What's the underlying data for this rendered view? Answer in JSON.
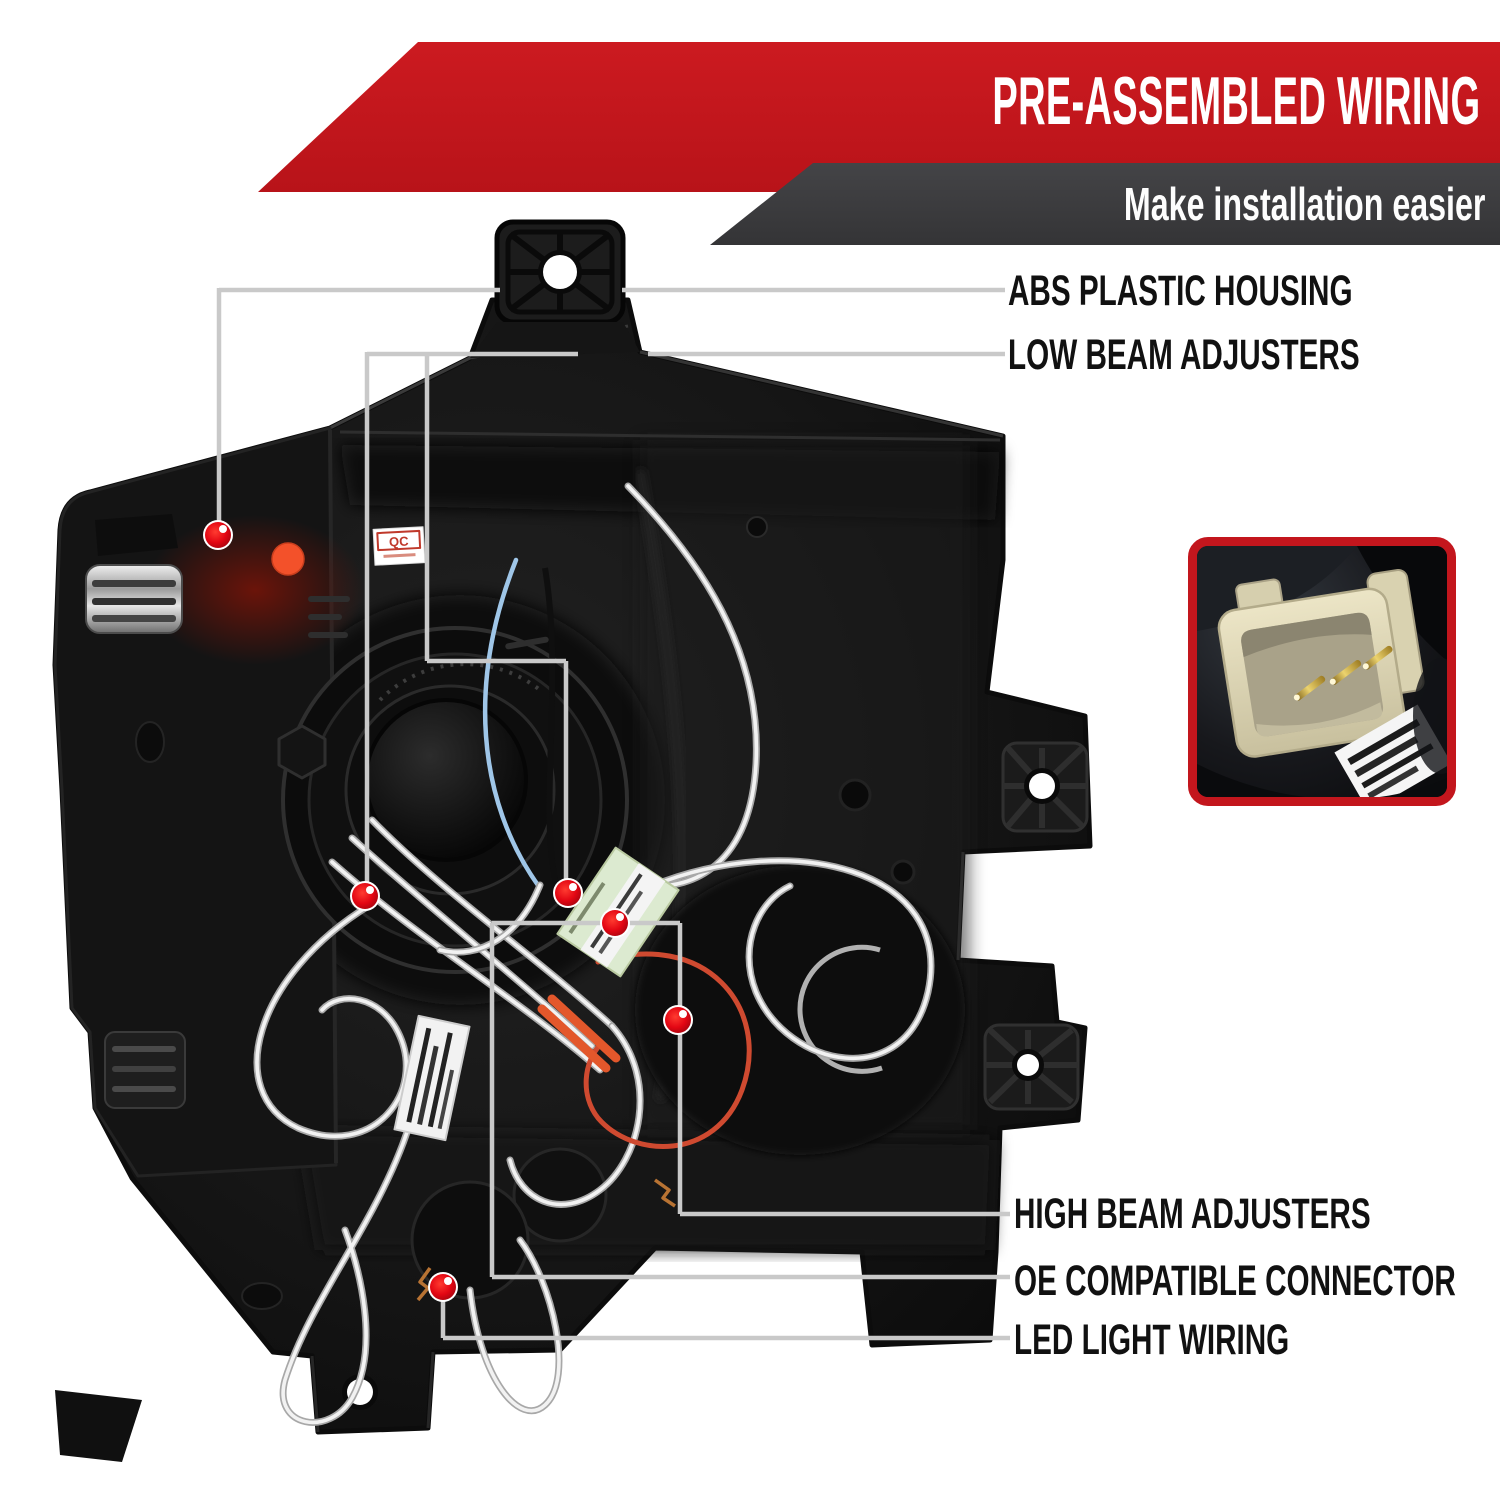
{
  "banner": {
    "title": "PRE-ASSEMBLED WIRING",
    "subtitle": "Make installation easier",
    "ribbon_red": "#c3161d",
    "ribbon_dark": "#3b3b3d"
  },
  "callouts": [
    {
      "id": "abs-plastic-housing",
      "label": "ABS PLASTIC HOUSING"
    },
    {
      "id": "low-beam-adjusters",
      "label": "LOW BEAM ADJUSTERS"
    },
    {
      "id": "high-beam-adjusters",
      "label": "HIGH BEAM ADJUSTERS"
    },
    {
      "id": "oe-compatible-connector",
      "label": "OE COMPATIBLE CONNECTOR"
    },
    {
      "id": "led-light-wiring",
      "label": "LED LIGHT WIRING"
    }
  ],
  "stickers": {
    "qc_label": "QC"
  },
  "colors": {
    "callout_dot": "#e30613",
    "leader_line": "#c9c9c9",
    "accent_orange": "#f3512a",
    "label_text": "#111111",
    "inset_border": "#c3161d"
  }
}
